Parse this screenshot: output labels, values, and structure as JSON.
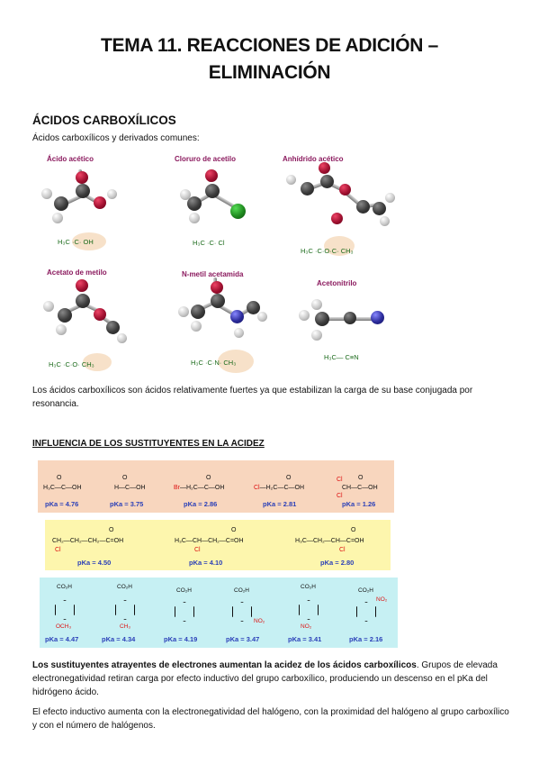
{
  "title_line1": "TEMA 11. REACCIONES DE ADICIÓN –",
  "title_line2": "ELIMINACIÓN",
  "section_title": "ÁCIDOS CARBOXÍLICOS",
  "intro": "Ácidos carboxílicos y derivados comunes:",
  "molecules": [
    {
      "name": "Ácido acético",
      "formula_left": "H₃C",
      "formula_right": "OH"
    },
    {
      "name": "Cloruro de acetilo",
      "formula_left": "H₃C",
      "formula_right": "Cl"
    },
    {
      "name": "Anhídrido     acético",
      "formula_left": "H₃C",
      "formula_right": "CH₃"
    },
    {
      "name": "Acetato de metilo",
      "formula_left": "H₃C",
      "formula_right": "CH₃"
    },
    {
      "name": "N-metil acetamida",
      "formula_left": "H₃C",
      "formula_right": "CH₃"
    },
    {
      "name": "Acetonitrilo",
      "formula_left": "H₃C",
      "formula_right": "C≡N"
    }
  ],
  "para1": "Los ácidos carboxílicos son ácidos relativamente fuertes ya que estabilizan la carga de su base conjugada por resonancia.",
  "subsection_title": "INFLUENCIA DE LOS SUSTITUYENTES EN LA ACIDEZ",
  "row1": [
    {
      "formula": "H₃C—C—OH",
      "pka": "pKa = 4.76"
    },
    {
      "formula": "H—C—OH",
      "pka": "pKa = 3.75"
    },
    {
      "formula": "Br—H₂C—C—OH",
      "pka": "pKa = 2.86"
    },
    {
      "formula": "Cl—H₂C—C—OH",
      "pka": "pKa = 2.81"
    },
    {
      "formula": "CH—C—OH",
      "pka": "pKa = 1.26"
    }
  ],
  "row2": [
    {
      "formula": "CH₂—CH₂—CH₂—C=OH",
      "sub": "Cl",
      "pka": "pKa = 4.50"
    },
    {
      "formula": "H₃C—CH—CH₂—C=OH",
      "sub": "Cl",
      "pka": "pKa = 4.10"
    },
    {
      "formula": "H₃C—CH₂—CH—C=OH",
      "sub": "Cl",
      "pka": "pKa = 2.80"
    }
  ],
  "row3": [
    {
      "top": "CO₂H",
      "bottom": "OCH₃",
      "pka": "pKa = 4.47"
    },
    {
      "top": "CO₂H",
      "bottom": "CH₃",
      "pka": "pKa = 4.34"
    },
    {
      "top": "CO₂H",
      "bottom": "",
      "pka": "pKa = 4.19"
    },
    {
      "top": "CO₂H",
      "bottom": "NO₂",
      "pka": "pKa = 3.47"
    },
    {
      "top": "CO₂H",
      "bottom": "NO₂",
      "pka": "pKa = 3.41"
    },
    {
      "top": "CO₂H",
      "bottom": "NO₂",
      "pka": "pKa = 2.16"
    }
  ],
  "para2_bold": "Los sustituyentes atrayentes de electrones aumentan la acidez de los ácidos carboxílicos",
  "para2_rest": ". Grupos de elevada electronegatividad retiran carga por efecto inductivo del grupo carboxílico, produciendo un descenso en el pKa del hidrógeno ácido.",
  "para3": "El efecto inductivo aumenta con la electronegatividad del halógeno, con la proximidad del halógeno al grupo carboxílico y con el número de halógenos."
}
